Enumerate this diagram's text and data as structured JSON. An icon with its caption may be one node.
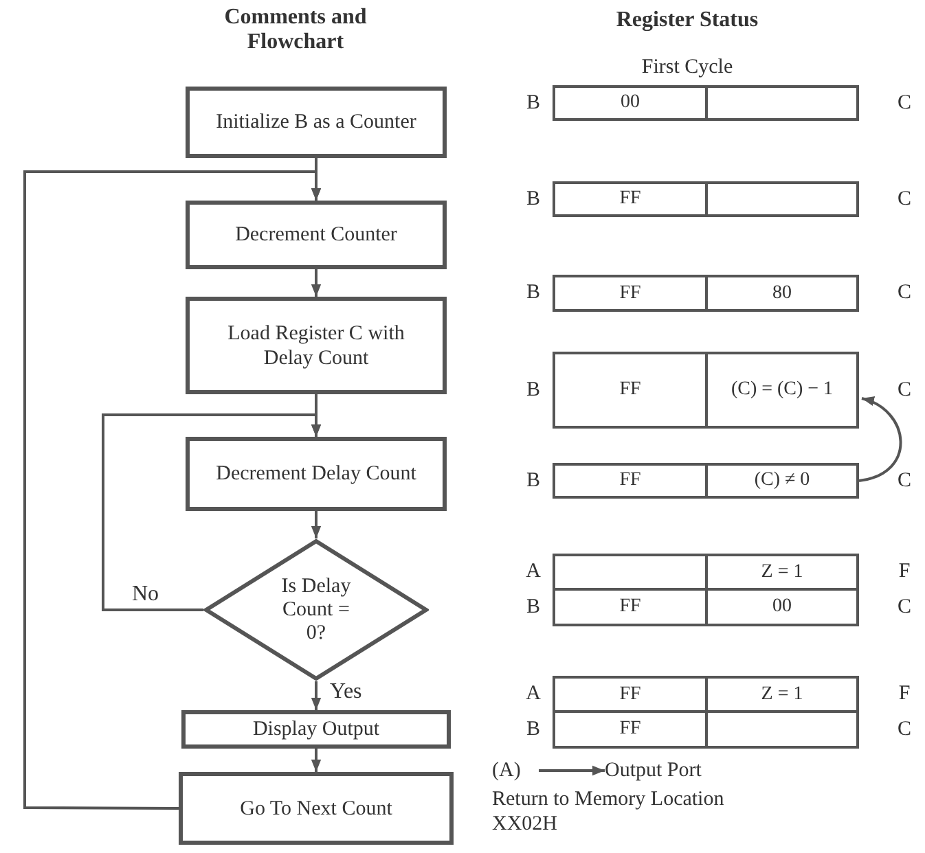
{
  "diagram": {
    "nodes": [
      {
        "text": [
          "Initialize B as a Counter"
        ]
      },
      {
        "text": [
          "Decrement Counter"
        ]
      },
      {
        "text": [
          "Load Register C with Delay Count"
        ]
      },
      {
        "text": [
          "Decrement Delay Count"
        ]
      },
      {
        "text": [
          "Is Delay Count = 0?"
        ]
      },
      {
        "text": [
          "Display Output"
        ]
      },
      {
        "text": [
          "Go To Next Count"
        ]
      },
      {
        "text": [
          "00"
        ]
      },
      {
        "text": [],
        "shape": "box"
      },
      {
        "text": [
          "FF"
        ]
      },
      {
        "text": [],
        "shape": "box"
      },
      {
        "text": [
          "FF"
        ]
      },
      {
        "text": [
          "80"
        ]
      },
      {
        "text": [
          "FF"
        ]
      },
      {
        "text": [
          "(C) = (C) − 1"
        ]
      },
      {
        "text": [
          "FF"
        ]
      },
      {
        "text": [
          "(C) ≠ 0"
        ]
      },
      {
        "text": [],
        "shape": "box"
      },
      {
        "text": [
          "Z = 1"
        ]
      },
      {
        "text": [
          "FF"
        ]
      },
      {
        "text": [
          "00"
        ]
      },
      {
        "text": [
          "FF"
        ]
      },
      {
        "text": [
          "Z = 1"
        ]
      },
      {
        "text": [
          "FF"
        ]
      },
      {
        "text": [],
        "shape": "box"
      },
      {
        "text": [
          "(A)"
        ]
      },
      {
        "text": [
          "Output Port"
        ]
      }
    ],
    "edges": [
      {
        "from": 0,
        "to": 1,
        "arrow": "to"
      },
      {
        "from": 1,
        "to": 2,
        "arrow": "to"
      },
      {
        "from": 2,
        "to": 3,
        "arrow": "to"
      },
      {
        "from": 3,
        "to": 4,
        "arrow": "to"
      },
      {
        "from": 4,
        "to": 5,
        "arrow": "to",
        "label": "Yes"
      },
      {
        "from": 5,
        "to": 6,
        "arrow": "to"
      },
      {
        "from": 4,
        "to": 3,
        "arrow": "to",
        "label": "No"
      },
      {
        "from": 6,
        "to": 1,
        "arrow": "to"
      },
      {
        "from": 16,
        "to": 14,
        "arrow": "to"
      },
      {
        "from": 25,
        "to": 26,
        "arrow": "to"
      }
    ],
    "labels": [
      "Comments and Flowchart",
      "Register Status",
      "First Cycle",
      "B",
      "C",
      "B",
      "C",
      "B",
      "C",
      "B",
      "C",
      "B",
      "C",
      "A",
      "F",
      "B",
      "C",
      "A",
      "F",
      "B",
      "C",
      "Return to Memory Location XX02H"
    ]
  }
}
